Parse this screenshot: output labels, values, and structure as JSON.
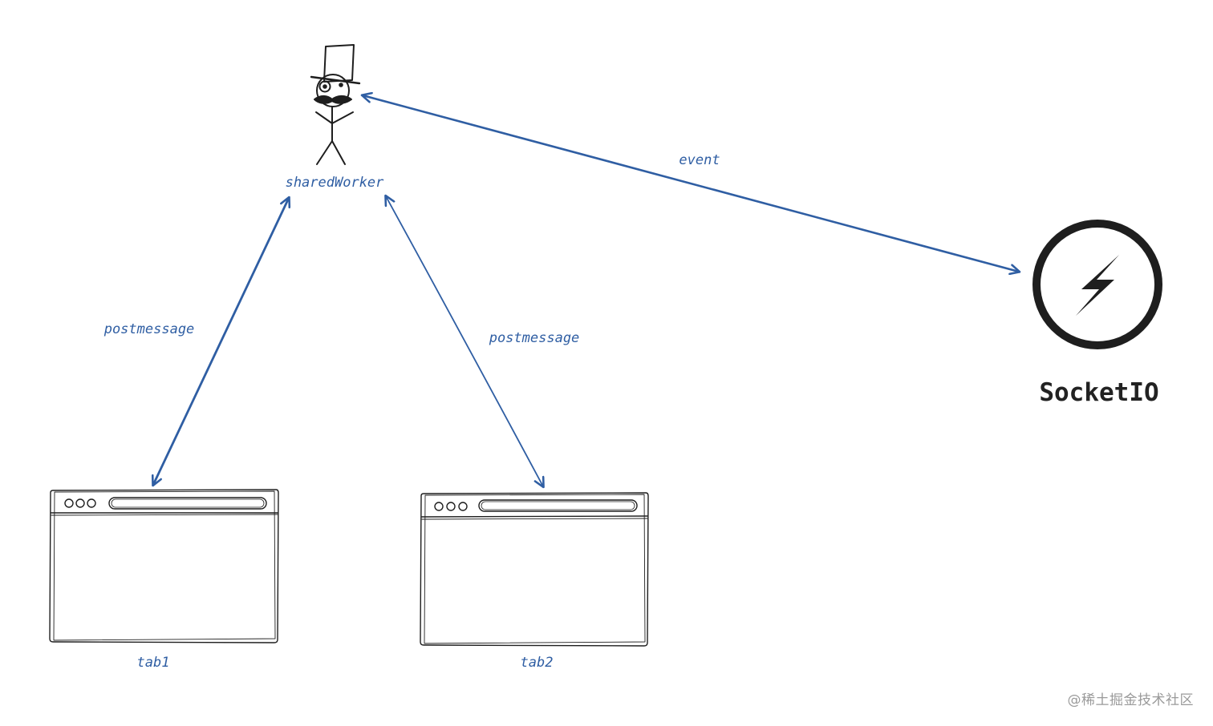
{
  "nodes": {
    "shared_worker": {
      "label": "sharedWorker"
    },
    "socket_io": {
      "label": "SocketIO"
    },
    "tab1": {
      "label": "tab1"
    },
    "tab2": {
      "label": "tab2"
    }
  },
  "edges": {
    "worker_socket": {
      "label": "event"
    },
    "worker_tab1": {
      "label": "postmessage"
    },
    "worker_tab2": {
      "label": "postmessage"
    }
  },
  "watermark": "@稀土掘金技术社区",
  "colors": {
    "accent": "#2f5ea3",
    "ink": "#1e1e1e"
  },
  "icons": {
    "worker": "stick-figure-top-hat-icon",
    "socket": "socketio-logo-icon",
    "window": "browser-window-icon"
  }
}
